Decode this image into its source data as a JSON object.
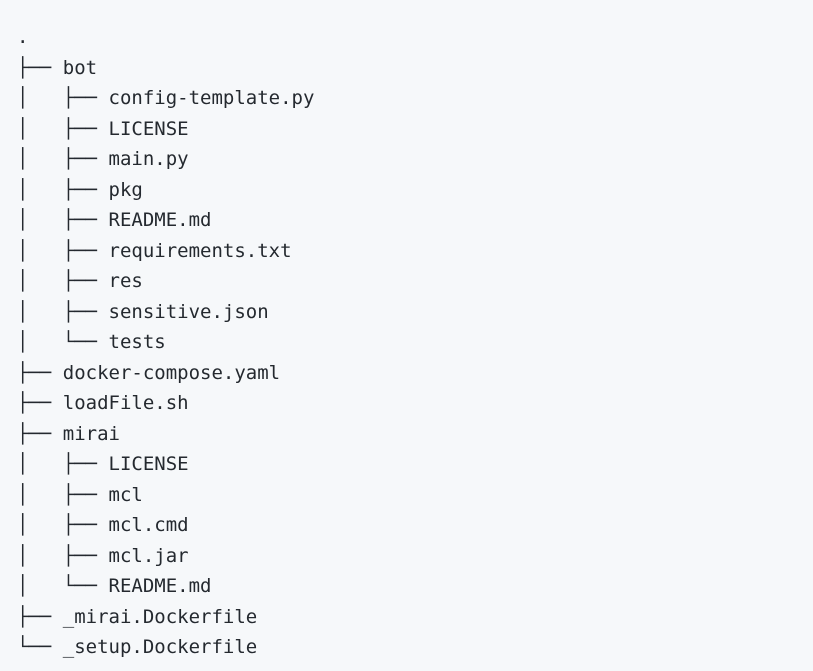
{
  "colors": {
    "background": "#f6f8fa",
    "text": "#24292f"
  },
  "tree": {
    "root_label": ".",
    "directories": [
      "bot",
      "mirai"
    ],
    "lines": [
      ".",
      "├── bot",
      "│   ├── config-template.py",
      "│   ├── LICENSE",
      "│   ├── main.py",
      "│   ├── pkg",
      "│   ├── README.md",
      "│   ├── requirements.txt",
      "│   ├── res",
      "│   ├── sensitive.json",
      "│   └── tests",
      "├── docker-compose.yaml",
      "├── loadFile.sh",
      "├── mirai",
      "│   ├── LICENSE",
      "│   ├── mcl",
      "│   ├── mcl.cmd",
      "│   ├── mcl.jar",
      "│   └── README.md",
      "├── _mirai.Dockerfile",
      "└── _setup.Dockerfile"
    ]
  }
}
